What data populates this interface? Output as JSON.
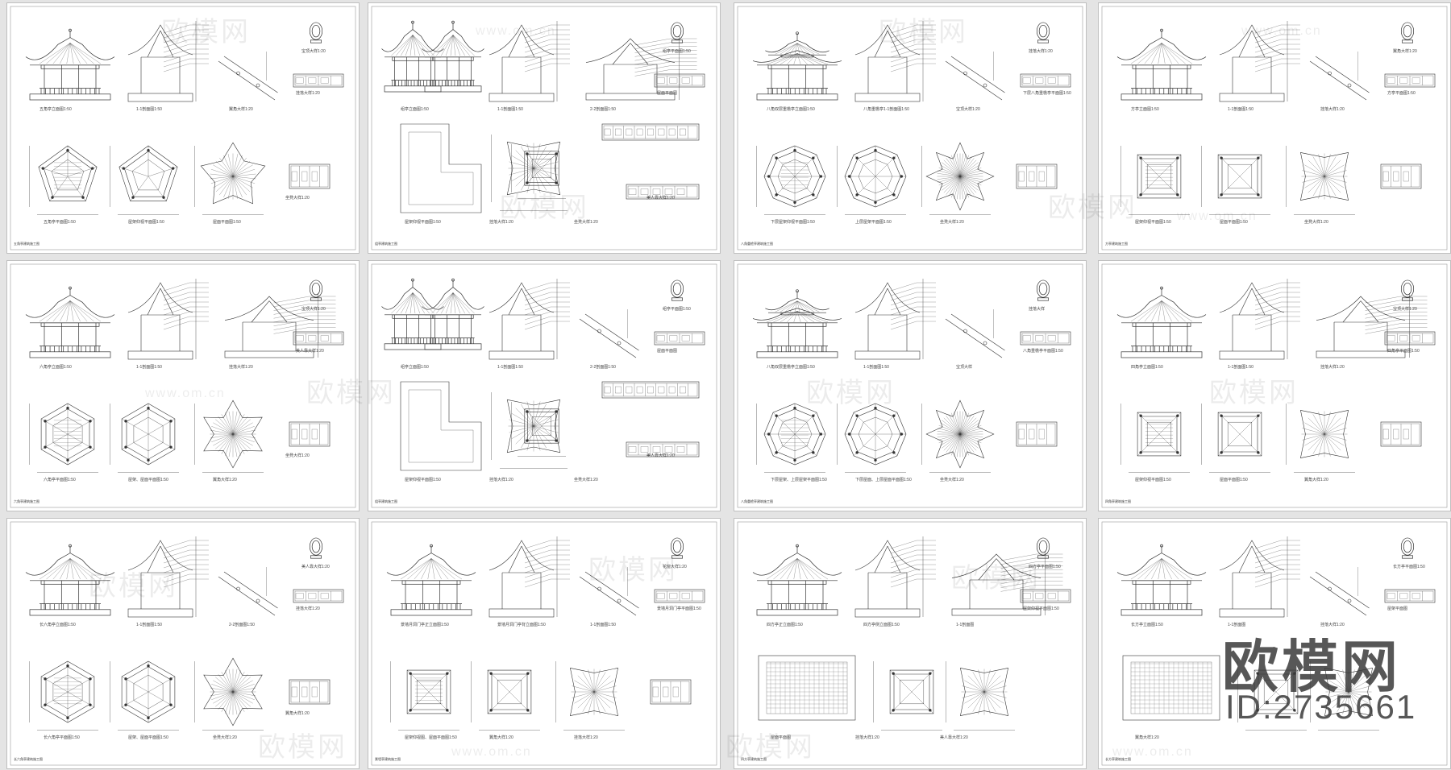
{
  "watermark": {
    "text": "欧模网",
    "url": "www.om.cn"
  },
  "brand": {
    "logo_text": "欧模网",
    "id_text": "ID:2735661"
  },
  "sheets": [
    {
      "id": "s1",
      "sides": 5,
      "captions": [
        "五角亭立面图1:50",
        "1-1剖面图1:50",
        "翼角大样1:20",
        "宝顶大样1:20",
        "挂落大样1:20",
        "五角亭平面图1:50",
        "屋架仰视平面图1:50",
        "屋面平面图1:50",
        "坐凳大样1:20"
      ],
      "title_block": "五角亭建筑施工图"
    },
    {
      "id": "s2",
      "sides": 4,
      "captions": [
        "组亭立面图1:50",
        "1-1剖面图1:50",
        "2-2剖面图1:50",
        "组亭平面图1:50",
        "屋面平面图",
        "屋架仰视平面图1:50",
        "挂落大样1:20",
        "坐凳大样1:20",
        "美人靠大样1:20"
      ],
      "title_block": "组亭建筑施工图"
    },
    {
      "id": "s3",
      "sides": 8,
      "captions": [
        "八角双层重檐亭立面图1:50",
        "八角重檐亭1-1剖面图1:50",
        "宝顶大样1:20",
        "挂落大样1:20",
        "下层八角重檐亭平面图1:50",
        "下层屋架仰视平面图1:50",
        "上层屋架平面图1:50",
        "坐凳大样1:20"
      ],
      "title_block": "八角重檐亭建筑施工图"
    },
    {
      "id": "s4",
      "sides": 4,
      "captions": [
        "方亭立面图1:50",
        "1-1剖面图1:50",
        "挂落大样1:20",
        "翼角大样1:20",
        "方亭平面图1:50",
        "屋架仰视平面图1:50",
        "屋面平面图1:50",
        "坐凳大样1:20"
      ],
      "title_block": "方亭建筑施工图"
    },
    {
      "id": "s5",
      "sides": 6,
      "captions": [
        "六角亭立面图1:50",
        "1-1剖面图1:50",
        "挂落大样1:20",
        "宝顶大样1:20",
        "美人靠大样1:20",
        "六角亭平面图1:50",
        "屋架、屋面平面图1:50",
        "翼角大样1:20",
        "坐凳大样1:20"
      ],
      "title_block": "六角亭建筑施工图"
    },
    {
      "id": "s6",
      "sides": 4,
      "captions": [
        "组亭立面图1:50",
        "1-1剖面图1:50",
        "2-2剖面图1:50",
        "组亭平面图1:50",
        "屋面平面图",
        "屋架仰视平面图1:50",
        "挂落大样1:20",
        "坐凳大样1:20",
        "美人靠大样1:20"
      ],
      "title_block": "组亭建筑施工图"
    },
    {
      "id": "s7",
      "sides": 8,
      "captions": [
        "八角双层重檐亭立面图1:50",
        "1-1剖面图1:50",
        "宝顶大样",
        "挂落大样",
        "八角重檐亭平面图1:50",
        "下层屋架、上层屋架平面图1:50",
        "下层屋面、上层屋面平面图1:50",
        "坐凳大样1:20"
      ],
      "title_block": "八角重檐亭建筑施工图"
    },
    {
      "id": "s8",
      "sides": 4,
      "captions": [
        "四角亭立面图1:50",
        "1-1剖面图1:50",
        "挂落大样1:20",
        "宝顶大样1:20",
        "四角亭平面图1:50",
        "屋架仰视平面图1:50",
        "屋面平面图1:50",
        "翼角大样1:20"
      ],
      "title_block": "四角亭建筑施工图"
    },
    {
      "id": "s9",
      "sides": 6,
      "captions": [
        "长六角亭立面图1:50",
        "1-1剖面图1:50",
        "2-2剖面图1:50",
        "美人靠大样1:20",
        "挂落大样1:20",
        "长六角亭平面图1:50",
        "屋架、屋面平面图1:50",
        "坐凳大样1:20",
        "翼角大样1:20"
      ],
      "title_block": "长六角亭建筑施工图"
    },
    {
      "id": "s10",
      "sides": 4,
      "captions": [
        "景墙月洞门亭正立面图1:50",
        "景墙月洞门亭背立面图1:50",
        "1-1剖面图1:50",
        "花窗大样1:20",
        "景墙月洞门亭平面图1:50",
        "屋架仰视图、屋面平面图1:50",
        "翼角大样1:20",
        "挂落大样1:20"
      ],
      "title_block": "景墙亭建筑施工图"
    },
    {
      "id": "s11",
      "sides": 4,
      "captions": [
        "四方亭正立面图1:50",
        "四方亭侧立面图1:50",
        "1-1剖面图",
        "四方亭平面图1:50",
        "屋架仰视平面图1:50",
        "屋面平面图",
        "挂落大样1:20",
        "美人靠大样1:20"
      ],
      "title_block": "四方亭建筑施工图"
    },
    {
      "id": "s12",
      "sides": 4,
      "captions": [
        "长方亭立面图1:50",
        "1-1剖面图",
        "挂落大样1:20",
        "长方亭平面图1:50",
        "屋架平面图",
        "翼角大样1:20"
      ],
      "title_block": "长方亭建筑施工图"
    }
  ]
}
